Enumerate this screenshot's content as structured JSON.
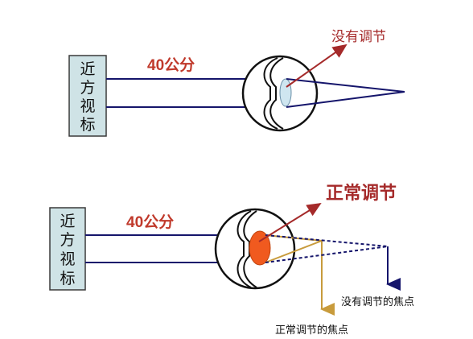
{
  "top_panel": {
    "target_label": "近方视标",
    "distance_label": "40公分",
    "status_label": "没有调节"
  },
  "bottom_panel": {
    "target_label": "近方视标",
    "distance_label": "40公分",
    "status_label": "正常调节",
    "unaccommodated_focus_label": "没有调节的焦点",
    "normal_focus_label": "正常调节的焦点"
  },
  "colors": {
    "target_box_fill": "#cfe3e6",
    "ray_line": "#15156b",
    "distance_text": "#c0392b",
    "status_arrow": "#a52a2a",
    "lens_relaxed": "#cfe6f0",
    "lens_accommodated": "#f05a1f",
    "normal_focus_line": "#c89b3c"
  }
}
